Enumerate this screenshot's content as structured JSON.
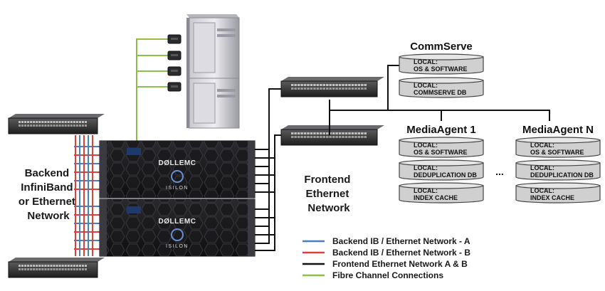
{
  "labels": {
    "backend": [
      "Backend",
      "InfiniBand",
      "or Ethernet",
      "Network"
    ],
    "frontend": [
      "Frontend",
      "Ethernet",
      "Network"
    ],
    "ellipsis": "...",
    "brand": "DØLLEMC",
    "brand_sub": "ISILON"
  },
  "commserve": {
    "title": "CommServe",
    "disks": [
      [
        "LOCAL:",
        "OS & SOFTWARE"
      ],
      [
        "LOCAL:",
        "COMMSERVE  DB"
      ]
    ]
  },
  "media_agents": [
    {
      "title": "MediaAgent 1",
      "disks": [
        [
          "LOCAL:",
          "OS & SOFTWARE"
        ],
        [
          "LOCAL:",
          "DEDUPLICATION  DB"
        ],
        [
          "LOCAL:",
          "INDEX CACHE"
        ]
      ]
    },
    {
      "title": "MediaAgent N",
      "disks": [
        [
          "LOCAL:",
          "OS & SOFTWARE"
        ],
        [
          "LOCAL:",
          "DEDUPLICATION  DB"
        ],
        [
          "LOCAL:",
          "INDEX CACHE"
        ]
      ]
    }
  ],
  "legend": [
    {
      "label": "Backend IB / Ethernet Network - A",
      "color": "#4a7fc1"
    },
    {
      "label": "Backend IB / Ethernet Network - B",
      "color": "#d9413a"
    },
    {
      "label": "Frontend Ethernet Network A & B",
      "color": "#111111"
    },
    {
      "label": "Fibre Channel Connections",
      "color": "#8dc04a"
    }
  ],
  "colors": {
    "backend_a": "#4a7fc1",
    "backend_b": "#d9413a",
    "frontend": "#111111",
    "fibre": "#8dc04a",
    "disk_fill": "#d0d0d0",
    "disk_stroke": "#444444"
  },
  "icons": [
    "network-switch-icon",
    "isilon-node-icon",
    "tape-library-icon",
    "tape-drive-icon",
    "disk-cylinder-icon"
  ]
}
